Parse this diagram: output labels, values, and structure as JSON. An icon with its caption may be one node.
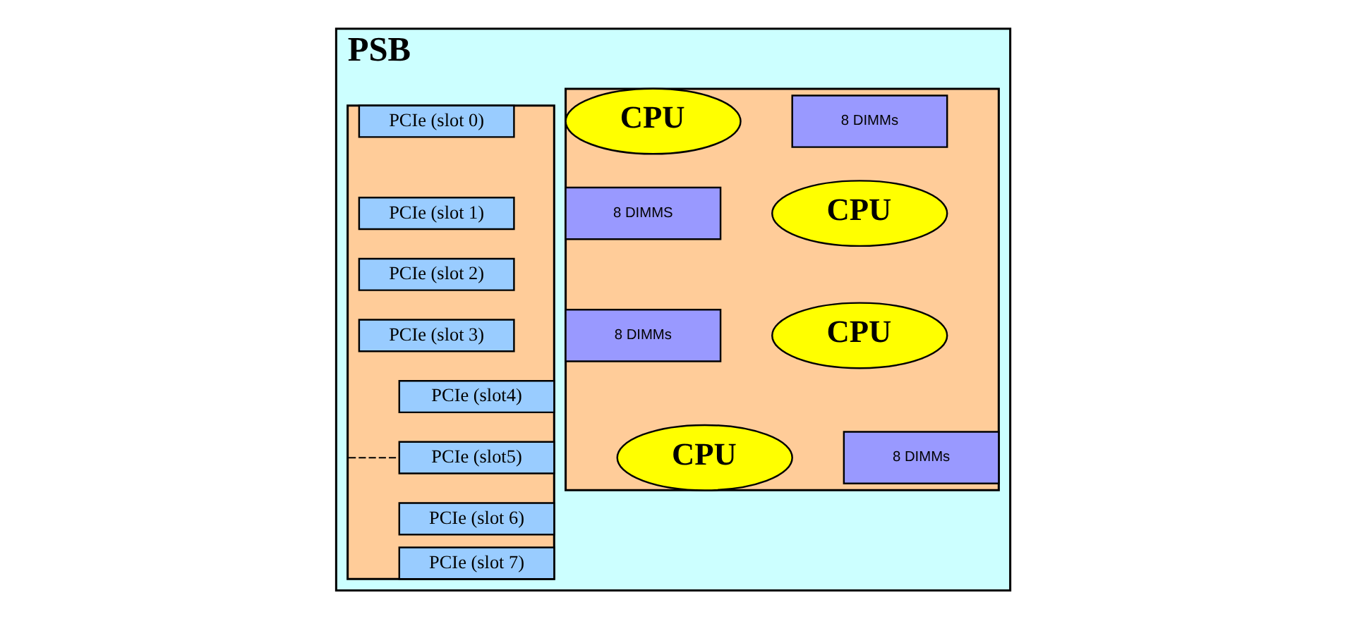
{
  "diagram": {
    "nodes": [
      {
        "text": [
          "PSB"
        ]
      },
      {
        "text": [],
        "shape": "box",
        "in": 0
      },
      {
        "text": [
          "CPU"
        ],
        "in": 1
      },
      {
        "text": [
          "8 DIMMs"
        ],
        "in": 1
      },
      {
        "text": [
          "CPU"
        ],
        "in": 1
      },
      {
        "text": [
          "8 DIMMS"
        ],
        "in": 1
      },
      {
        "text": [
          "CPU"
        ],
        "in": 1
      },
      {
        "text": [
          "8 DIMMs"
        ],
        "in": 1
      },
      {
        "text": [
          "CPU"
        ],
        "in": 1
      },
      {
        "text": [
          "8 DIMMs"
        ],
        "in": 1
      },
      {
        "text": [],
        "shape": "box",
        "in": 0
      },
      {
        "text": [
          "PCIe (slot 0)"
        ],
        "in": 10
      },
      {
        "text": [
          "PCIe (slot 1)"
        ],
        "in": 10
      },
      {
        "text": [
          "PCIe (slot 2)"
        ],
        "in": 10
      },
      {
        "text": [
          "PCIe (slot 3)"
        ],
        "in": 10
      },
      {
        "text": [
          "PCIe (slot4)"
        ],
        "in": 10
      },
      {
        "text": [
          "PCIe (slot5)"
        ],
        "in": 10
      },
      {
        "text": [
          "PCIe (slot 6)"
        ],
        "in": 10
      },
      {
        "text": [
          "PCIe (slot 7)"
        ],
        "in": 10
      }
    ],
    "edges": [
      {
        "from": 10,
        "to": 16,
        "arrow": "none",
        "style": "dashed"
      }
    ]
  }
}
